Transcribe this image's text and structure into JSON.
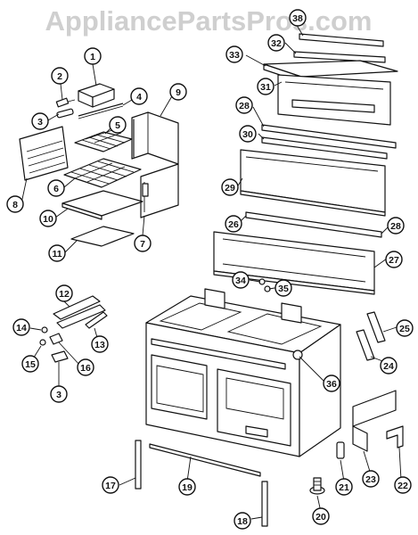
{
  "watermark": "AppliancePartsPros.com",
  "callouts": [
    {
      "key": "1",
      "label": "1"
    },
    {
      "key": "2",
      "label": "2"
    },
    {
      "key": "3a",
      "label": "3"
    },
    {
      "key": "4",
      "label": "4"
    },
    {
      "key": "5",
      "label": "5"
    },
    {
      "key": "6",
      "label": "6"
    },
    {
      "key": "7",
      "label": "7"
    },
    {
      "key": "8",
      "label": "8"
    },
    {
      "key": "9",
      "label": "9"
    },
    {
      "key": "10",
      "label": "10"
    },
    {
      "key": "11",
      "label": "11"
    },
    {
      "key": "12",
      "label": "12"
    },
    {
      "key": "13",
      "label": "13"
    },
    {
      "key": "14",
      "label": "14"
    },
    {
      "key": "15",
      "label": "15"
    },
    {
      "key": "16",
      "label": "16"
    },
    {
      "key": "3b",
      "label": "3"
    },
    {
      "key": "17",
      "label": "17"
    },
    {
      "key": "18",
      "label": "18"
    },
    {
      "key": "19",
      "label": "19"
    },
    {
      "key": "20",
      "label": "20"
    },
    {
      "key": "21",
      "label": "21"
    },
    {
      "key": "22",
      "label": "22"
    },
    {
      "key": "23",
      "label": "23"
    },
    {
      "key": "24",
      "label": "24"
    },
    {
      "key": "25",
      "label": "25"
    },
    {
      "key": "26",
      "label": "26"
    },
    {
      "key": "27",
      "label": "27"
    },
    {
      "key": "28a",
      "label": "28"
    },
    {
      "key": "28b",
      "label": "28"
    },
    {
      "key": "29",
      "label": "29"
    },
    {
      "key": "30",
      "label": "30"
    },
    {
      "key": "31",
      "label": "31"
    },
    {
      "key": "32",
      "label": "32"
    },
    {
      "key": "33",
      "label": "33"
    },
    {
      "key": "34",
      "label": "34"
    },
    {
      "key": "35",
      "label": "35"
    },
    {
      "key": "36",
      "label": "36"
    },
    {
      "key": "38",
      "label": "38"
    }
  ]
}
